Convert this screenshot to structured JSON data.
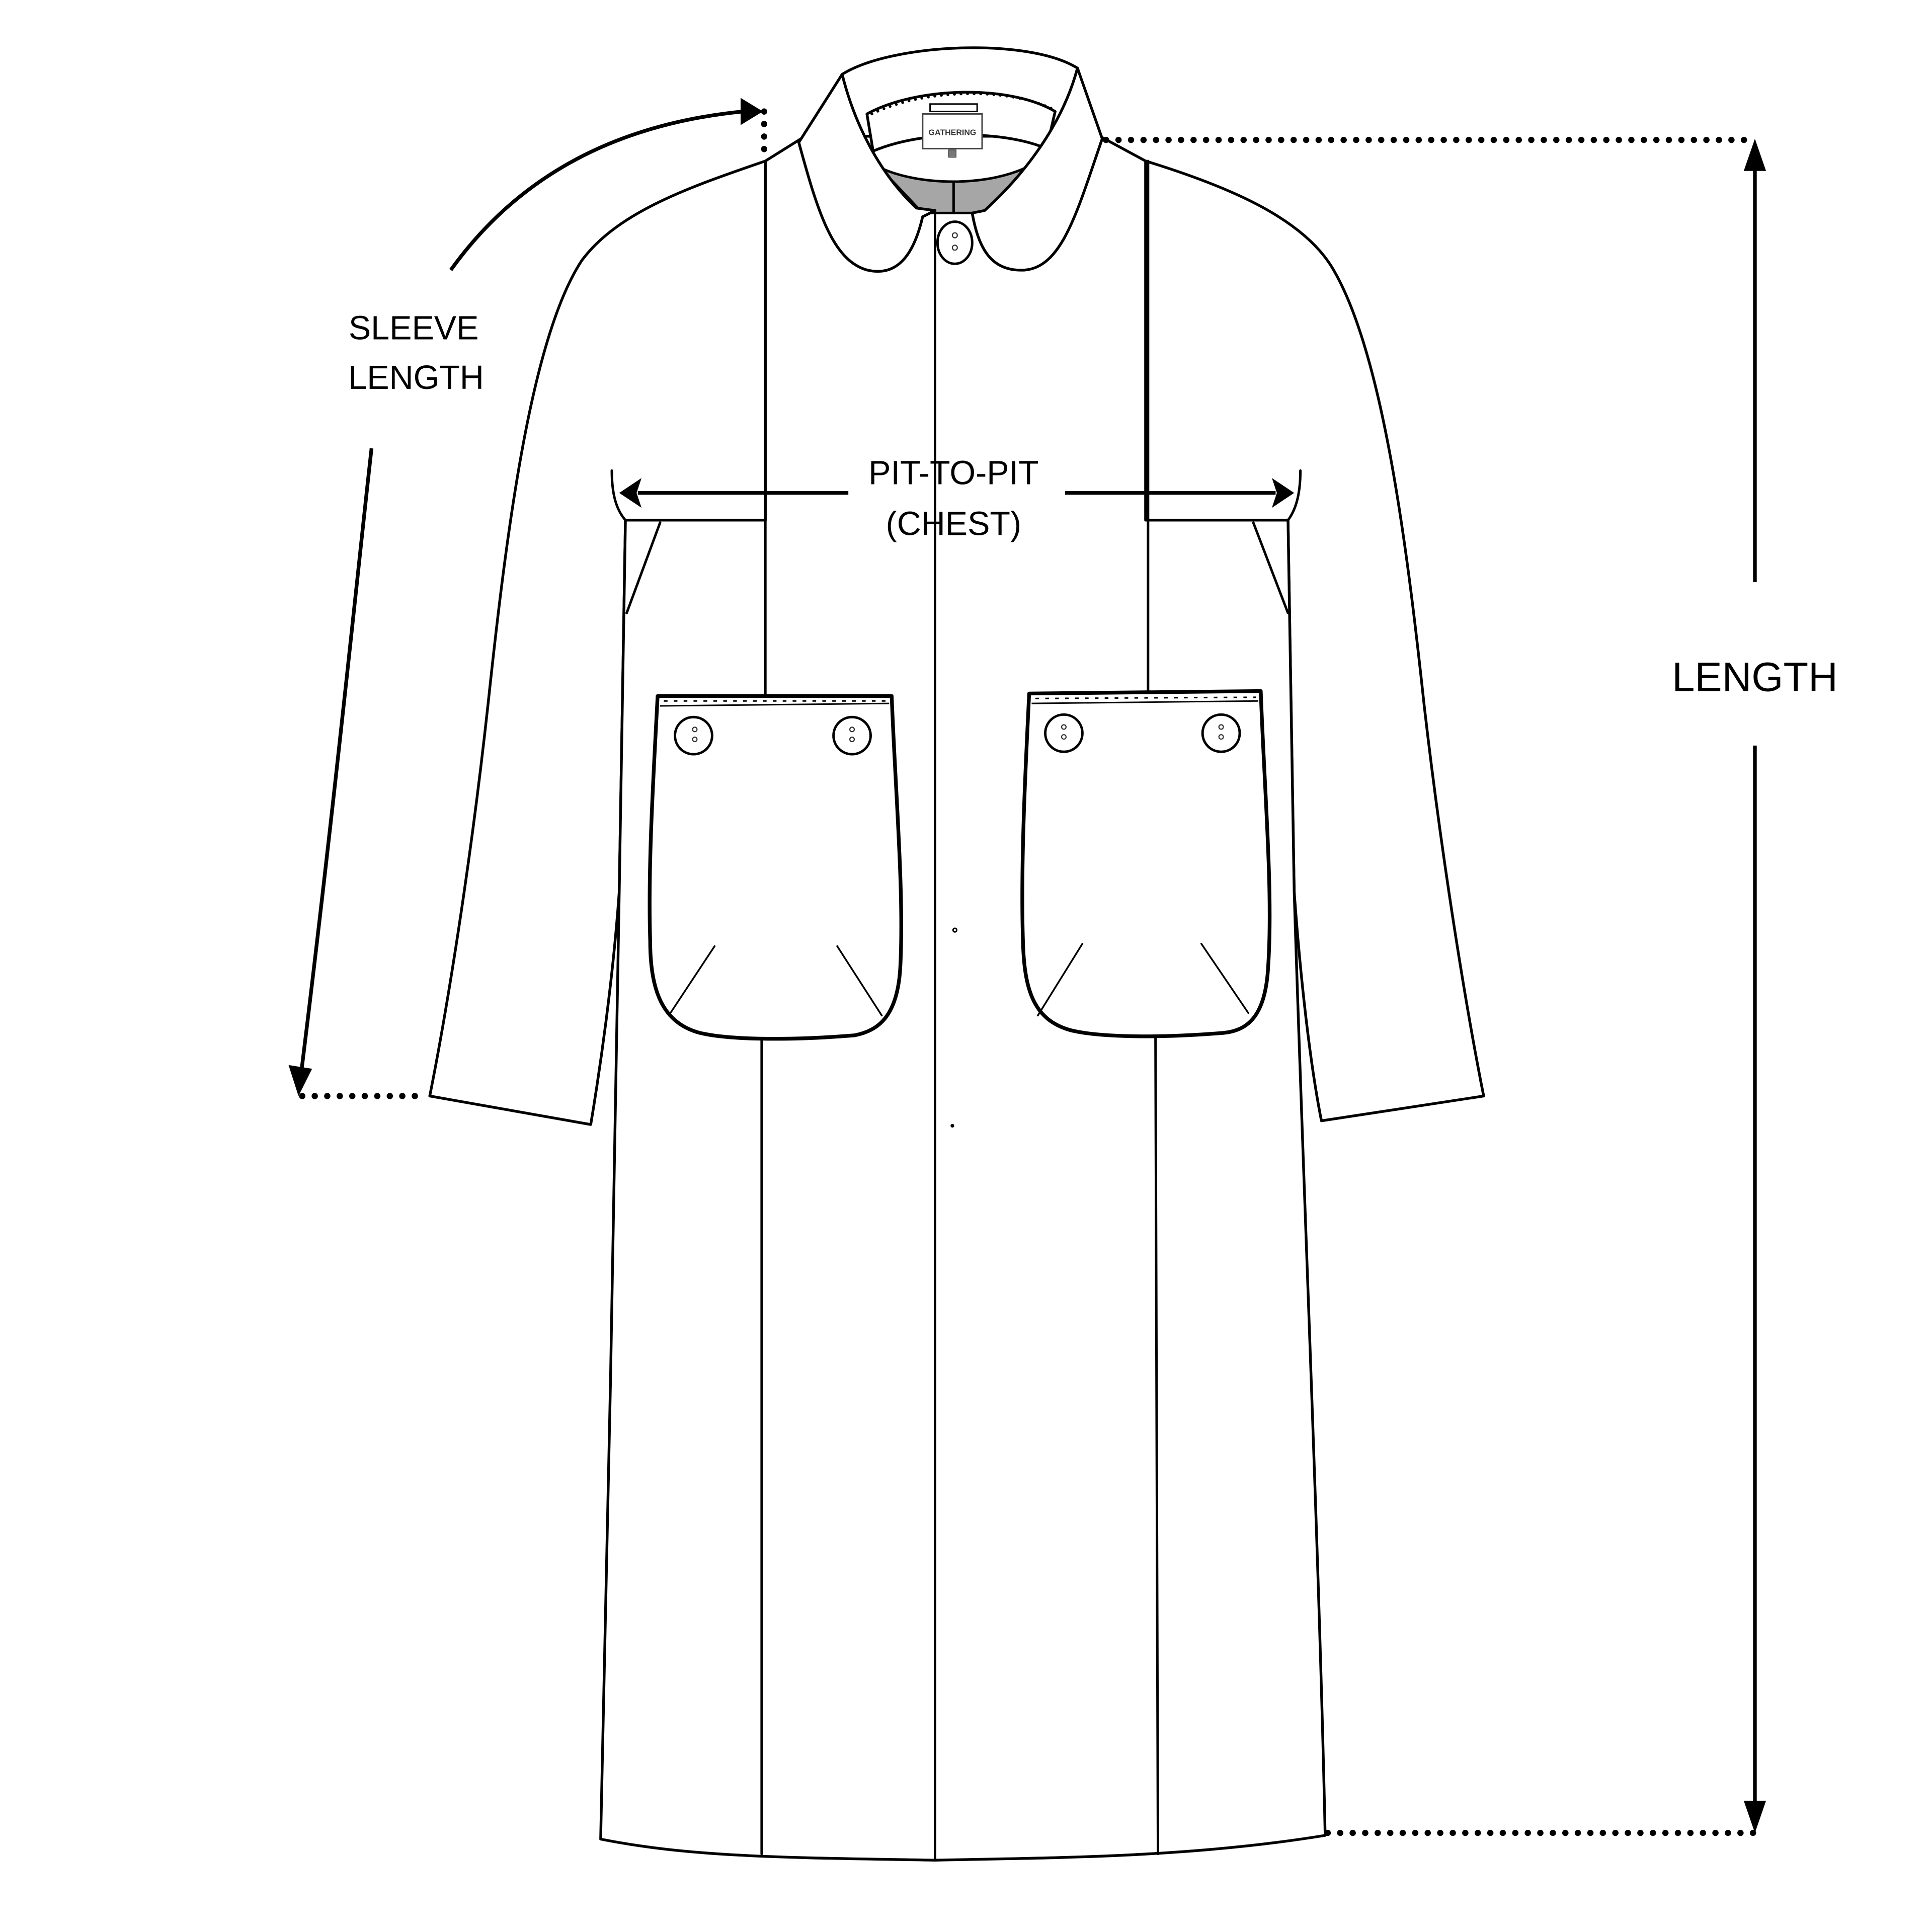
{
  "diagram": {
    "subject": "coat flat sketch with measurement guides",
    "brand_tag": "GATHERING",
    "labels": {
      "sleeve_line1": "SLEEVE",
      "sleeve_line2": "LENGTH",
      "chest_line1": "PIT-TO-PIT",
      "chest_line2": "(CHEST)",
      "length": "LENGTH"
    },
    "measurements": [
      {
        "name": "Sleeve Length",
        "from": "shoulder seam",
        "to": "cuff edge"
      },
      {
        "name": "Pit-to-Pit (Chest)",
        "from": "left armpit",
        "to": "right armpit"
      },
      {
        "name": "Length",
        "from": "top of shoulder",
        "to": "hem"
      }
    ],
    "colors": {
      "line": "#000000",
      "background": "#ffffff",
      "collar_inner": "#a6a6a6"
    }
  }
}
